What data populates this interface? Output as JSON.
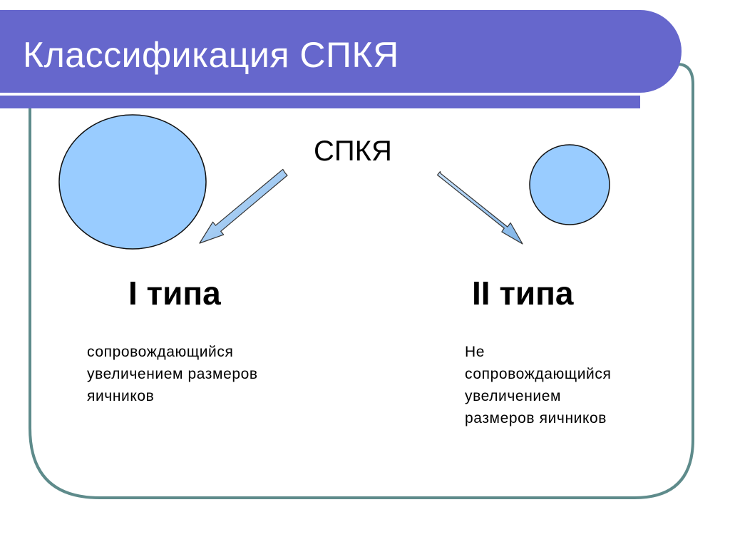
{
  "slide": {
    "title": "Классификация СПКЯ",
    "center_label": "СПКЯ"
  },
  "types": [
    {
      "heading": "I типа",
      "description_lines": [
        "сопровождающийся",
        "увеличением размеров",
        "яичников"
      ]
    },
    {
      "heading": "II типа",
      "description_lines": [
        "Не",
        "сопровождающийся",
        "увеличением",
        "размеров яичников"
      ]
    }
  ],
  "colors": {
    "header_band": "#6667cc",
    "frame_border": "#5e8b8b",
    "ovary_fill": "#99ccff",
    "ovary_stroke": "#111111",
    "arrow_fill": "#99ccff"
  }
}
